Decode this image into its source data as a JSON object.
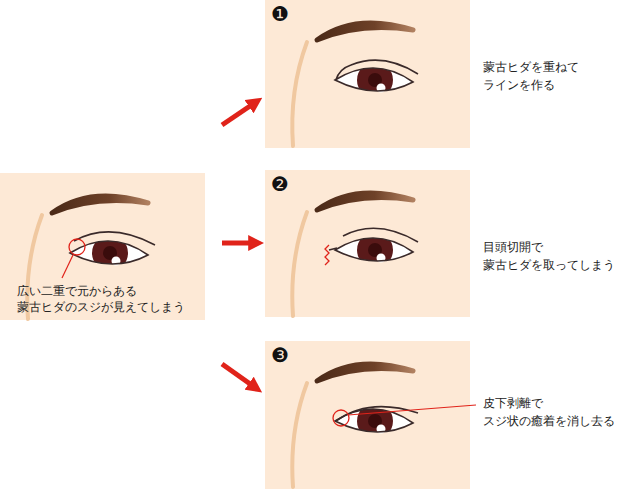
{
  "diagram": {
    "nodes": [
      {
        "text": [
          "広い二重で元からある 蒙古ヒダのスジが見えてしまう"
        ]
      },
      {
        "text": [
          "❶"
        ]
      },
      {
        "text": [
          "❷"
        ]
      },
      {
        "text": [
          "❸"
        ]
      }
    ],
    "edges": [
      {
        "from": 0,
        "to": 1,
        "arrow": "to"
      },
      {
        "from": 0,
        "to": 2,
        "arrow": "to"
      },
      {
        "from": 0,
        "to": 3,
        "arrow": "to"
      }
    ],
    "labels": [
      "蒙古ヒダを重ねて ラインを作る",
      "目頭切開で 蒙古ヒダを取ってしまう",
      "皮下剥離で スジ状の癒着を消し去る"
    ]
  }
}
